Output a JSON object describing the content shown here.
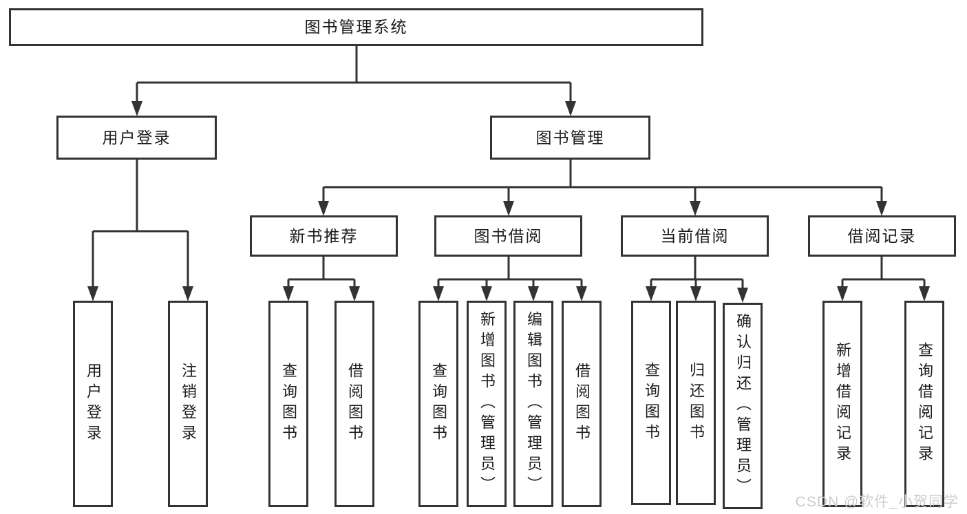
{
  "colors": {
    "line": "#333333",
    "node_border": "#333333",
    "text": "#1c1c1c",
    "watermark": "#cccccc",
    "background": "#ffffff"
  },
  "watermark": {
    "text": "CSDN @软件_小贺同学"
  },
  "tree": {
    "root": "图书管理系统",
    "children": [
      {
        "label": "用户登录",
        "children": [
          "用户登录",
          "注销登录"
        ]
      },
      {
        "label": "图书管理",
        "children": [
          {
            "label": "新书推荐",
            "children": [
              "查询图书",
              "借阅图书"
            ]
          },
          {
            "label": "图书借阅",
            "children": [
              "查询图书",
              "新增图书（管理员）",
              "编辑图书（管理员）",
              "借阅图书"
            ]
          },
          {
            "label": "当前借阅",
            "children": [
              "查询图书",
              "归还图书",
              "确认归还（管理员）"
            ]
          },
          {
            "label": "借阅记录",
            "children": [
              "新增借阅记录",
              "查询借阅记录"
            ]
          }
        ]
      }
    ]
  }
}
